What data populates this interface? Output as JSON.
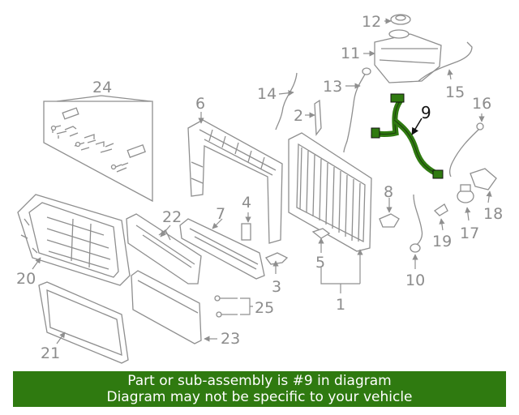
{
  "diagram": {
    "highlight_color": "#2f7a10",
    "callouts": [
      {
        "id": "c1",
        "text": "1"
      },
      {
        "id": "c2",
        "text": "2"
      },
      {
        "id": "c3",
        "text": "3"
      },
      {
        "id": "c4",
        "text": "4"
      },
      {
        "id": "c5",
        "text": "5"
      },
      {
        "id": "c6",
        "text": "6"
      },
      {
        "id": "c7",
        "text": "7"
      },
      {
        "id": "c8",
        "text": "8"
      },
      {
        "id": "c9",
        "text": "9"
      },
      {
        "id": "c10",
        "text": "10"
      },
      {
        "id": "c11",
        "text": "11"
      },
      {
        "id": "c12",
        "text": "12"
      },
      {
        "id": "c13",
        "text": "13"
      },
      {
        "id": "c14",
        "text": "14"
      },
      {
        "id": "c15",
        "text": "15"
      },
      {
        "id": "c16",
        "text": "16"
      },
      {
        "id": "c17",
        "text": "17"
      },
      {
        "id": "c18",
        "text": "18"
      },
      {
        "id": "c19",
        "text": "19"
      },
      {
        "id": "c20",
        "text": "20"
      },
      {
        "id": "c21",
        "text": "21"
      },
      {
        "id": "c22",
        "text": "22"
      },
      {
        "id": "c23",
        "text": "23"
      },
      {
        "id": "c24",
        "text": "24"
      },
      {
        "id": "c25",
        "text": "25"
      }
    ]
  },
  "banner": {
    "line1": "Part or sub-assembly is #9 in diagram",
    "line2": "Diagram may not be specific to your vehicle",
    "background": "#2f7a10",
    "text_color": "#ffffff"
  }
}
